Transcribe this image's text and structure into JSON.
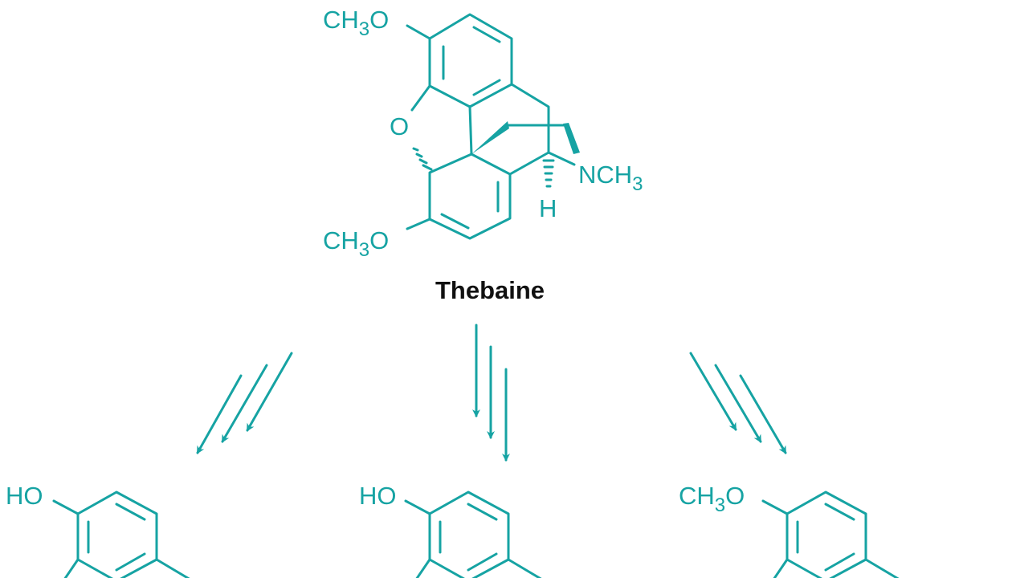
{
  "molecule": {
    "name": "Thebaine",
    "top_substituent": {
      "main": "CH",
      "sub": "3",
      "tail": "O"
    },
    "bottom_substituent": {
      "main": "CH",
      "sub": "3",
      "tail": "O"
    },
    "bridge_oxygen": "O",
    "amine": {
      "main": "NCH",
      "sub": "3"
    },
    "hydrogen": "H"
  },
  "products": [
    {
      "substituent": "HO"
    },
    {
      "substituent": "HO"
    },
    {
      "substituent": {
        "main": "CH",
        "sub": "3",
        "tail": "O"
      }
    }
  ],
  "colors": {
    "structure": "#16a3a3",
    "title": "#111111"
  }
}
